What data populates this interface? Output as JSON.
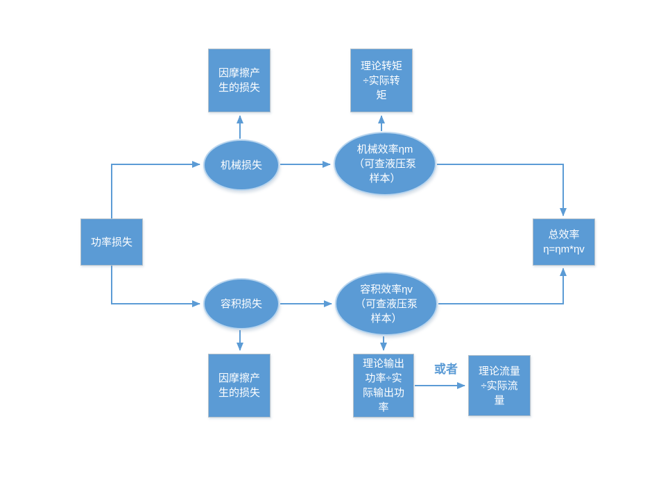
{
  "colors": {
    "shape_fill": "#5b9bd5",
    "shape_text": "#ffffff",
    "connector": "#5b9bd5",
    "rect_border": "#b6c1ca",
    "ellipse_border": "#b9d5ee",
    "background": "#ffffff"
  },
  "nodes": {
    "power_loss": {
      "label": "功率损失"
    },
    "mechanical_loss": {
      "label": "机械损失"
    },
    "friction_loss_top": {
      "label": "因摩擦产\n生的损失"
    },
    "mechanical_efficiency": {
      "label": "机械效率ηm\n（可查液压泵\n样本）"
    },
    "torque_ratio": {
      "label": "理论转矩\n÷实际转\n矩"
    },
    "total_efficiency": {
      "label": "总效率\nη=ηm*ηv"
    },
    "volumetric_loss": {
      "label": "容积损失"
    },
    "friction_loss_bottom": {
      "label": "因摩擦产\n生的损失"
    },
    "volumetric_efficiency": {
      "label": "容积效率ηv\n（可查液压泵\n样本）"
    },
    "output_power_ratio": {
      "label": "理论输出\n功率÷实\n际输出功\n率"
    },
    "flow_ratio": {
      "label": "理论流量\n÷实际流\n量"
    }
  },
  "edge_labels": {
    "or": "或者"
  },
  "edges": [
    {
      "from": "power_loss",
      "to": "mechanical_loss"
    },
    {
      "from": "power_loss",
      "to": "volumetric_loss"
    },
    {
      "from": "mechanical_loss",
      "to": "friction_loss_top"
    },
    {
      "from": "mechanical_loss",
      "to": "mechanical_efficiency"
    },
    {
      "from": "mechanical_efficiency",
      "to": "torque_ratio"
    },
    {
      "from": "mechanical_efficiency",
      "to": "total_efficiency"
    },
    {
      "from": "volumetric_loss",
      "to": "friction_loss_bottom"
    },
    {
      "from": "volumetric_loss",
      "to": "volumetric_efficiency"
    },
    {
      "from": "volumetric_efficiency",
      "to": "output_power_ratio"
    },
    {
      "from": "volumetric_efficiency",
      "to": "total_efficiency"
    },
    {
      "from": "output_power_ratio",
      "to": "flow_ratio",
      "label": "或者"
    }
  ]
}
